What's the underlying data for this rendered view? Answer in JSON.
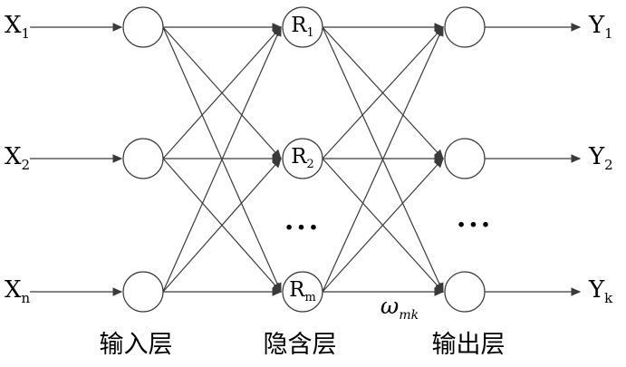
{
  "network": {
    "line_color": "#3a3a3a",
    "input_labels": [
      {
        "base": "X",
        "sub": "1"
      },
      {
        "base": "X",
        "sub": "2"
      },
      {
        "base": "X",
        "sub": "n"
      }
    ],
    "hidden_labels": [
      {
        "base": "R",
        "sub": "1"
      },
      {
        "base": "R",
        "sub": "2"
      },
      {
        "base": "R",
        "sub": "m"
      }
    ],
    "output_labels": [
      {
        "base": "Y",
        "sub": "1"
      },
      {
        "base": "Y",
        "sub": "2"
      },
      {
        "base": "Y",
        "sub": "k"
      }
    ],
    "hidden_ellipsis": "...",
    "output_ellipsis": "...",
    "weight_label": {
      "base": "ω",
      "sub": "mk"
    },
    "captions": {
      "input": "输入层",
      "hidden": "隐含层",
      "output": "输出层"
    }
  }
}
